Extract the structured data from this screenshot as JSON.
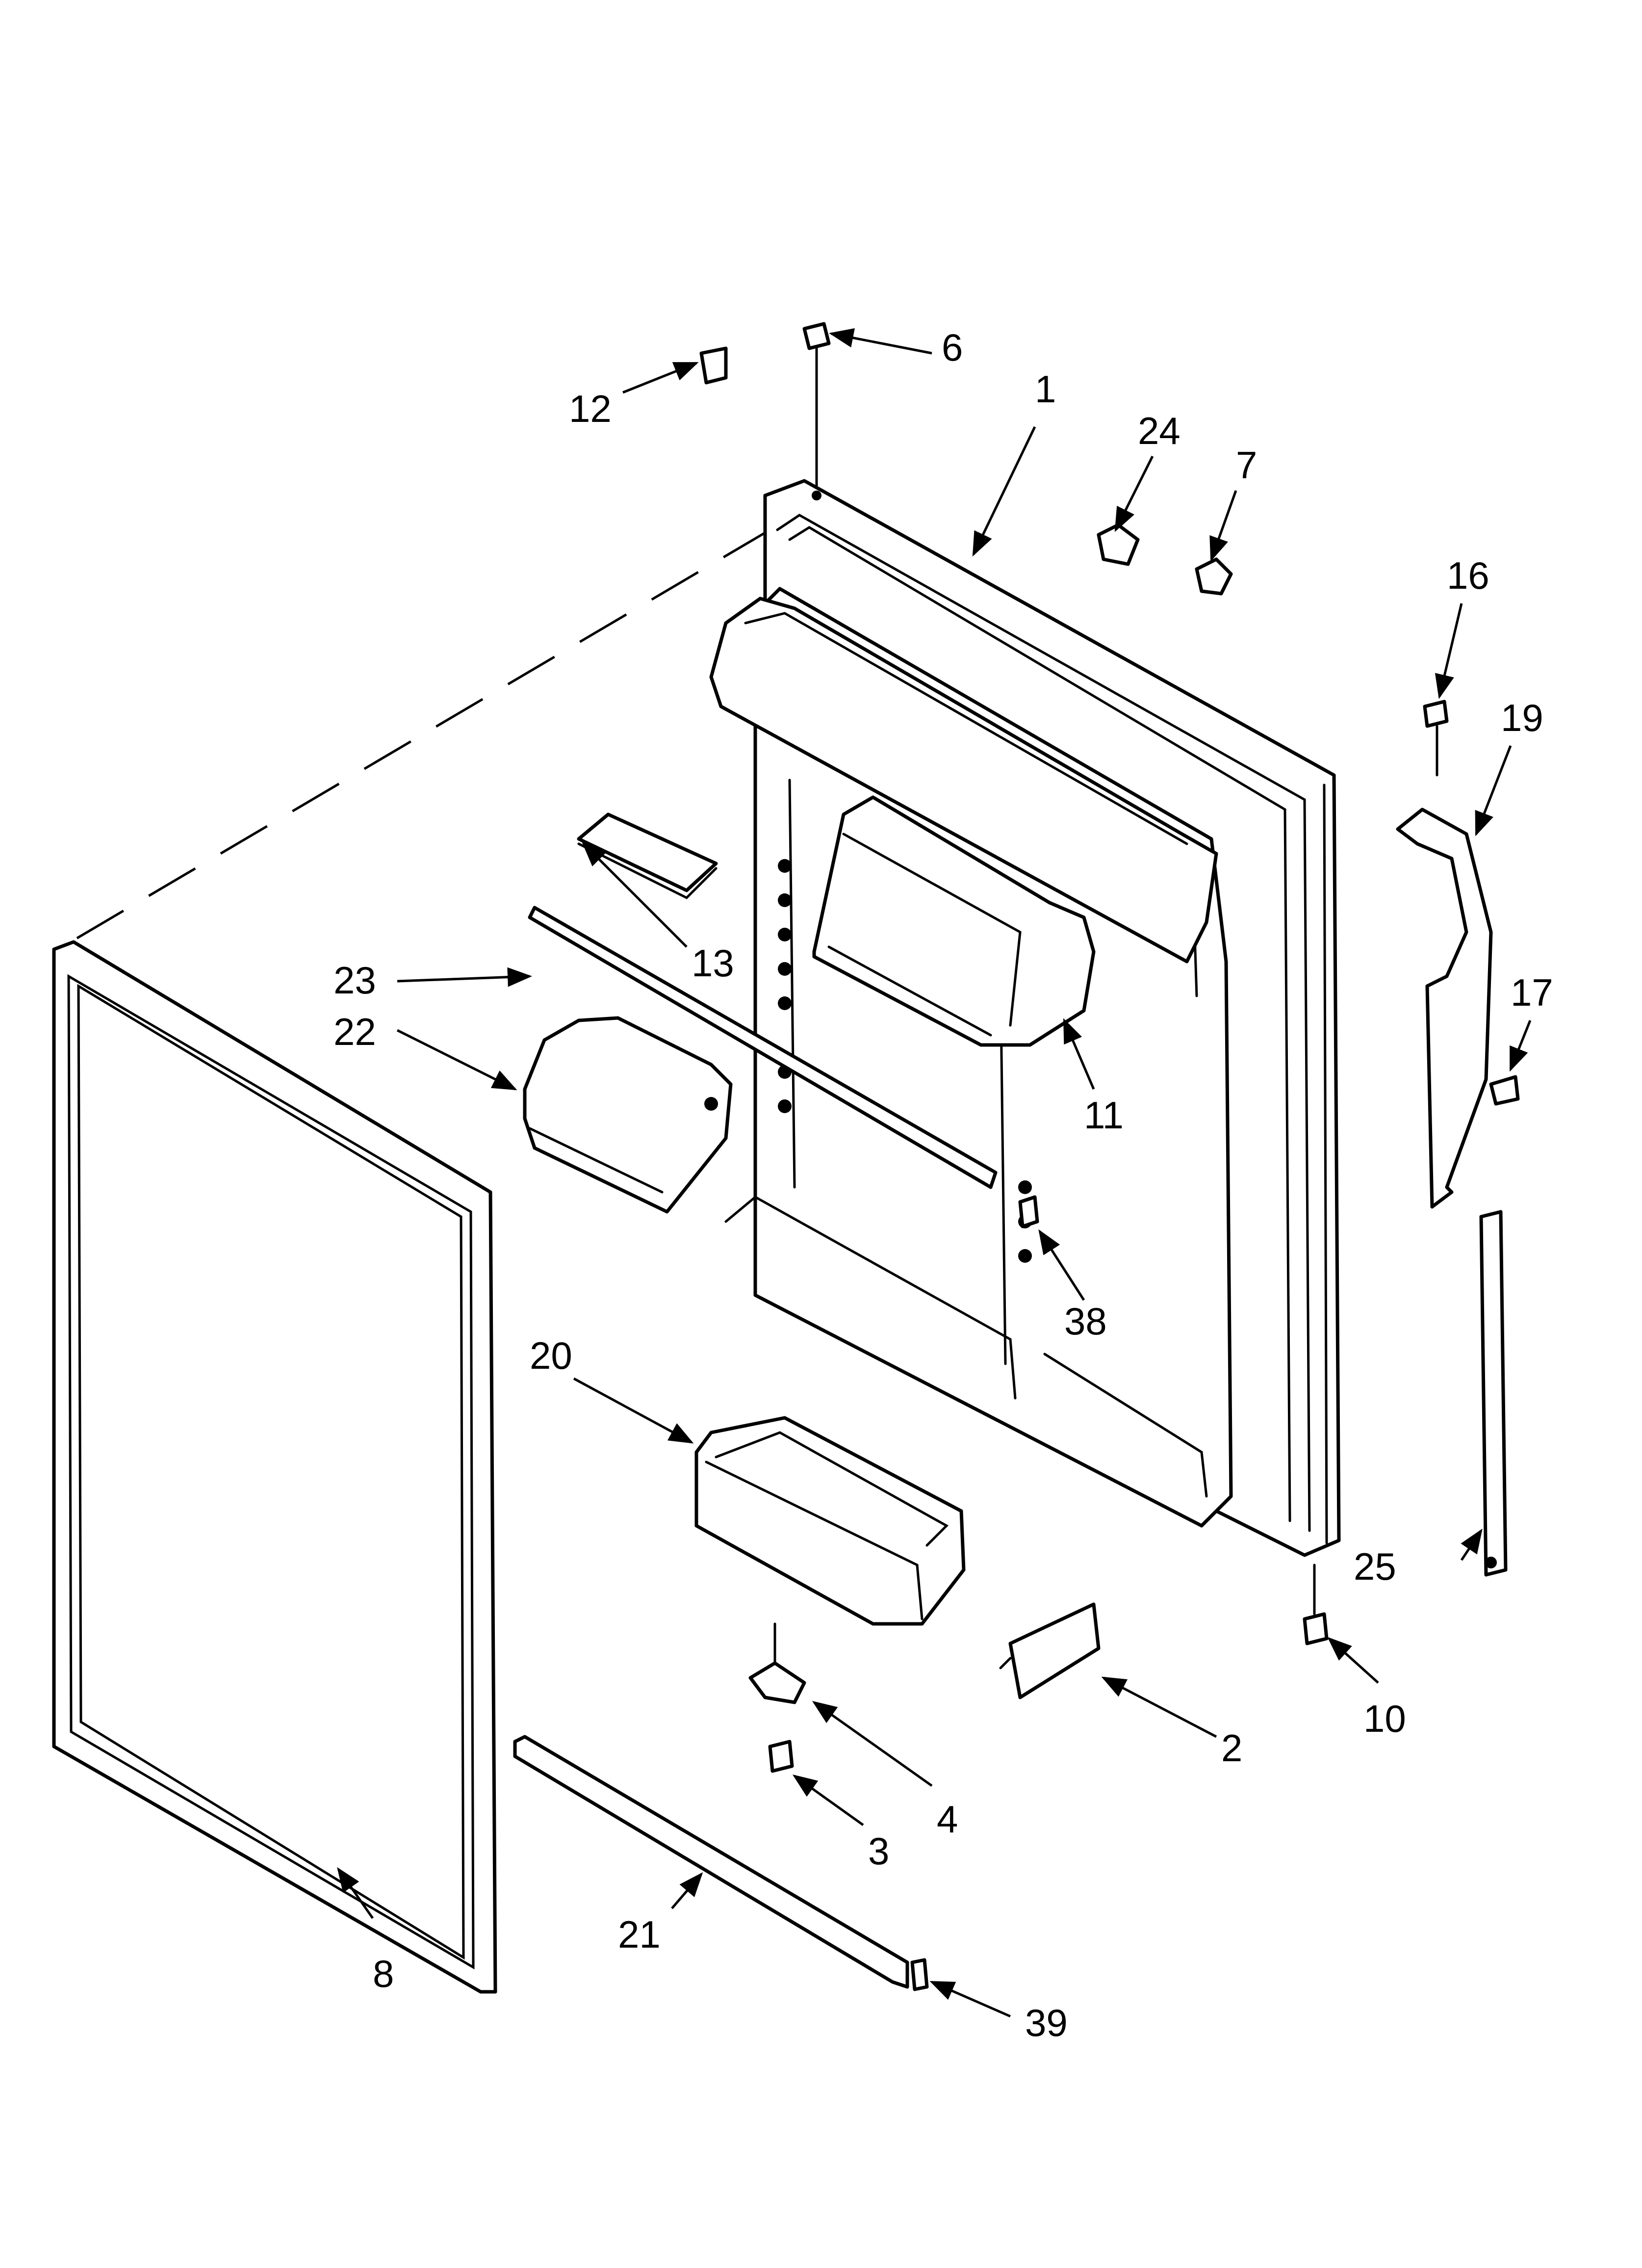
{
  "callouts": {
    "p1": "1",
    "p2": "2",
    "p3": "3",
    "p4": "4",
    "p6": "6",
    "p7": "7",
    "p8": "8",
    "p10": "10",
    "p11": "11",
    "p12": "12",
    "p13": "13",
    "p16": "16",
    "p17": "17",
    "p19": "19",
    "p20": "20",
    "p21": "21",
    "p22": "22",
    "p23": "23",
    "p24": "24",
    "p25": "25",
    "p38": "38",
    "p39": "39"
  },
  "colors": {
    "line": "#000000",
    "background": "#ffffff"
  }
}
